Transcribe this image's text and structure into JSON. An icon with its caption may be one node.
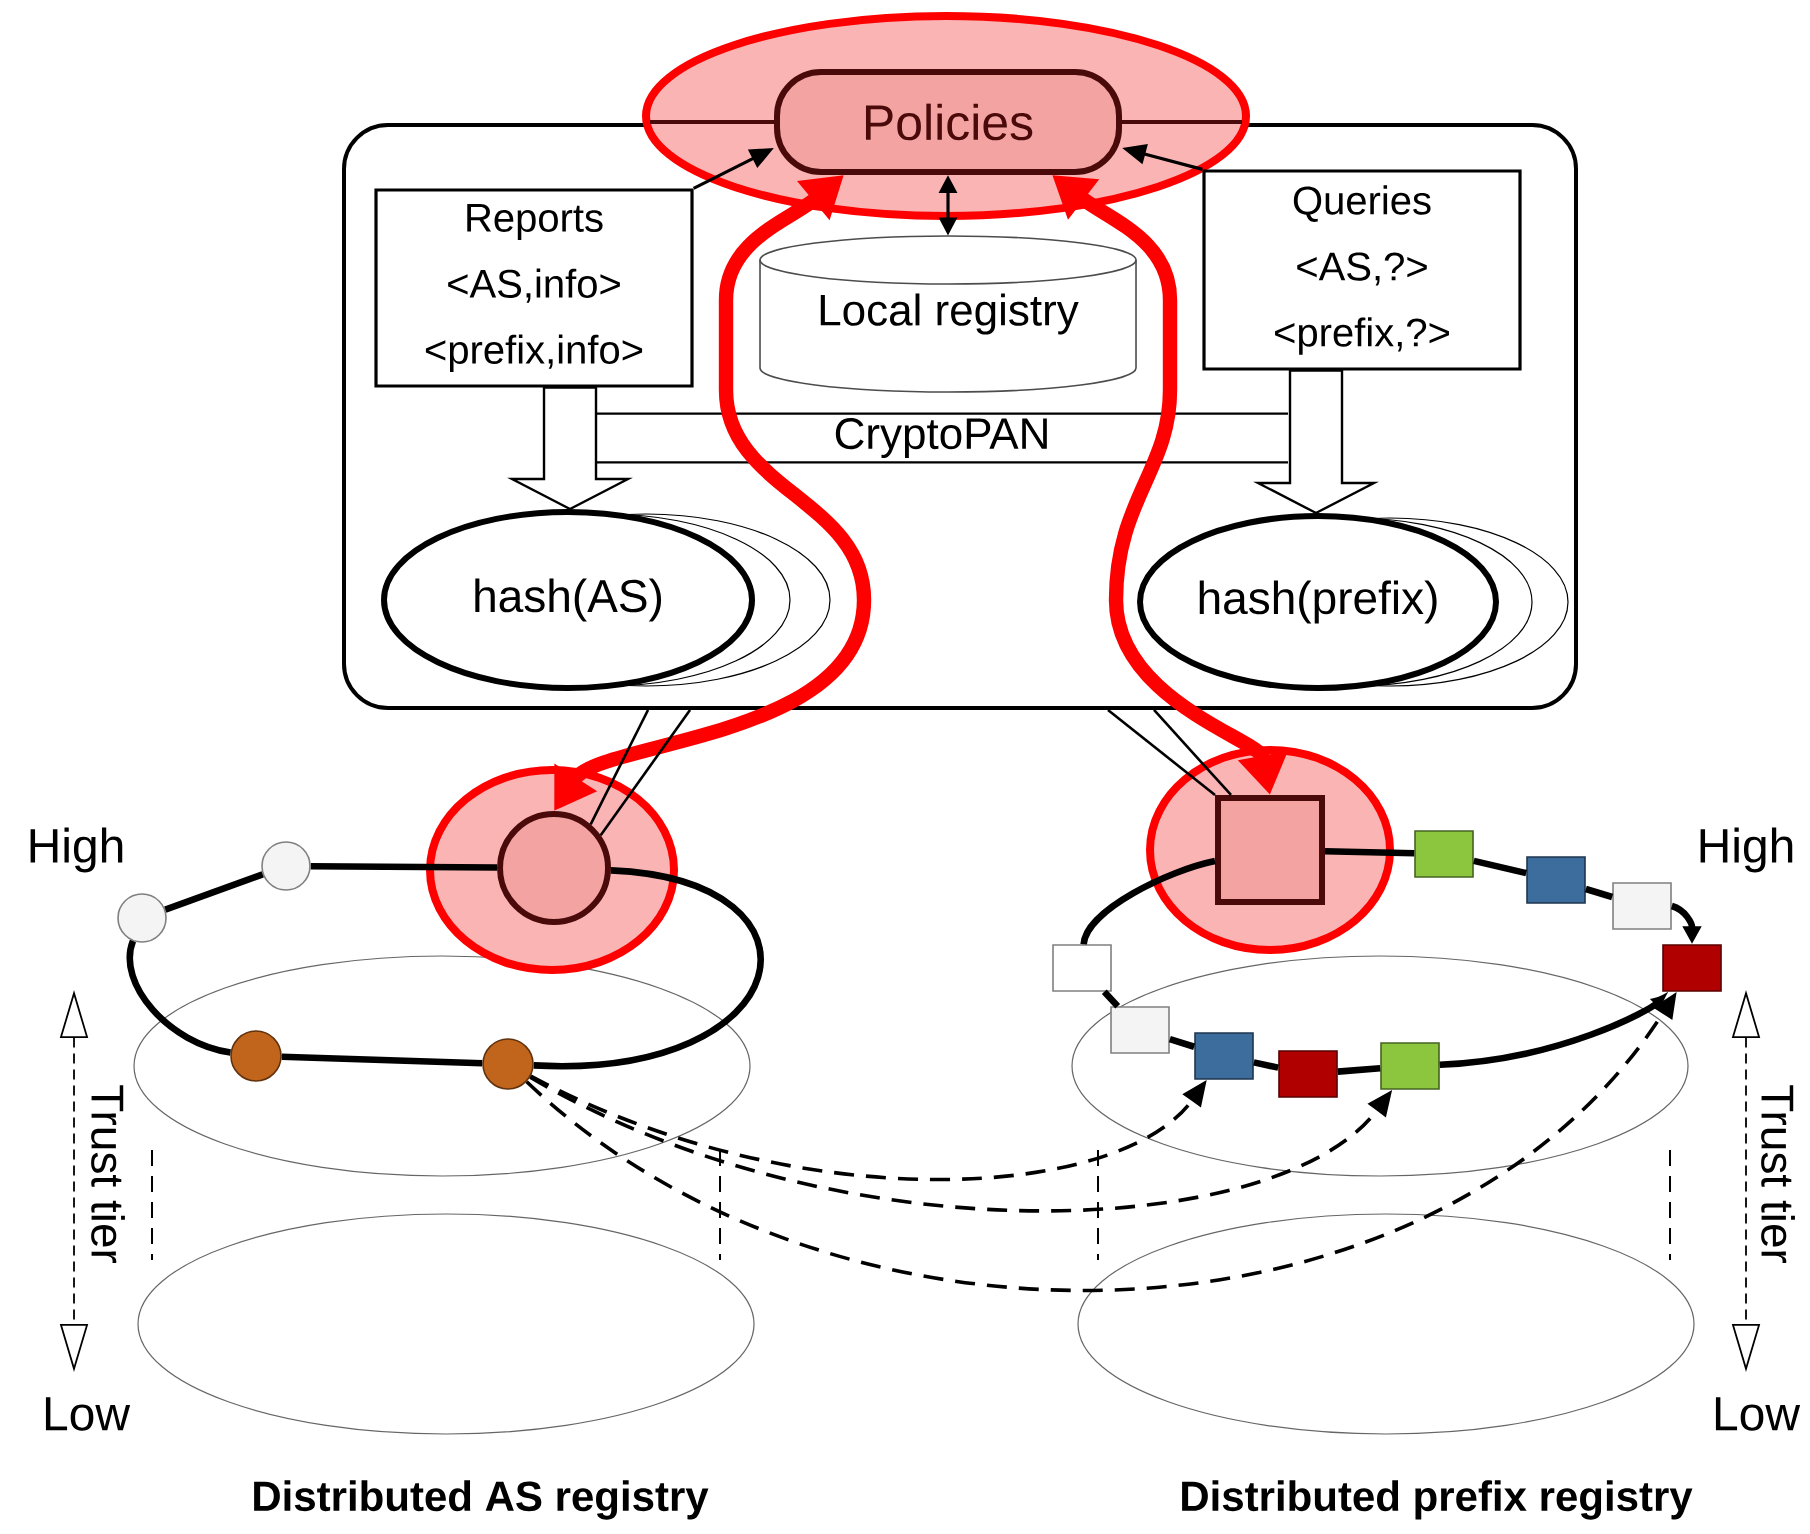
{
  "diagram": {
    "nodes": [
      {
        "text": [
          "Policies"
        ]
      },
      {
        "text": [],
        "shape": "box"
      },
      {
        "text": [
          "Reports",
          "<AS,info> <prefix,info>"
        ],
        "in": 1
      },
      {
        "text": [
          "Local registry"
        ],
        "in": 1
      },
      {
        "text": [
          "Queries",
          "<AS,?> <prefix,?>"
        ],
        "in": 1
      },
      {
        "text": [
          "CryptoPAN"
        ],
        "in": 1
      },
      {
        "text": [
          "hash(AS)"
        ],
        "in": 1
      },
      {
        "text": [
          "hash(prefix)"
        ],
        "in": 1
      },
      {
        "text": [],
        "shape": "circle"
      },
      {
        "text": [],
        "shape": "box"
      },
      {
        "text": [],
        "shape": "circle"
      },
      {
        "text": [],
        "shape": "circle"
      },
      {
        "text": [],
        "shape": "circle"
      },
      {
        "text": [],
        "shape": "circle"
      },
      {
        "text": [],
        "shape": "box"
      },
      {
        "text": [],
        "shape": "box"
      },
      {
        "text": [],
        "shape": "box"
      },
      {
        "text": [],
        "shape": "box"
      },
      {
        "text": [],
        "shape": "box"
      },
      {
        "text": [],
        "shape": "box"
      },
      {
        "text": [],
        "shape": "box"
      },
      {
        "text": [],
        "shape": "box"
      },
      {
        "text": [],
        "shape": "box"
      }
    ],
    "edges": [
      {
        "from": 8,
        "to": 0,
        "arrow": "both",
        "style": "thick",
        "color": "#ff0000"
      },
      {
        "from": 9,
        "to": 0,
        "arrow": "both",
        "style": "thick",
        "color": "#ff0000"
      },
      {
        "from": 2,
        "to": 0,
        "arrow": "to"
      },
      {
        "from": 3,
        "to": 0,
        "arrow": "both"
      },
      {
        "from": 4,
        "to": 0,
        "arrow": "to"
      },
      {
        "from": 2,
        "to": 6,
        "arrow": "to"
      },
      {
        "from": 4,
        "to": 7,
        "arrow": "to"
      },
      {
        "from": 1,
        "to": 8,
        "arrow": "none"
      },
      {
        "from": 1,
        "to": 8,
        "arrow": "none"
      },
      {
        "from": 1,
        "to": 9,
        "arrow": "none"
      },
      {
        "from": 1,
        "to": 9,
        "arrow": "none"
      },
      {
        "from": 10,
        "to": 11,
        "arrow": "none"
      },
      {
        "from": 11,
        "to": 8,
        "arrow": "none"
      },
      {
        "from": 8,
        "to": 13,
        "arrow": "none"
      },
      {
        "from": 13,
        "to": 12,
        "arrow": "none"
      },
      {
        "from": 12,
        "to": 10,
        "arrow": "none"
      },
      {
        "from": 14,
        "to": 9,
        "arrow": "none"
      },
      {
        "from": 9,
        "to": 19,
        "arrow": "none"
      },
      {
        "from": 19,
        "to": 20,
        "arrow": "none"
      },
      {
        "from": 20,
        "to": 21,
        "arrow": "none"
      },
      {
        "from": 21,
        "to": 22,
        "arrow": "to"
      },
      {
        "from": 14,
        "to": 15,
        "arrow": "none"
      },
      {
        "from": 15,
        "to": 16,
        "arrow": "none"
      },
      {
        "from": 16,
        "to": 17,
        "arrow": "none"
      },
      {
        "from": 17,
        "to": 18,
        "arrow": "none"
      },
      {
        "from": 18,
        "to": 22,
        "arrow": "to"
      },
      {
        "from": 13,
        "to": 16,
        "arrow": "to",
        "style": "dashed"
      },
      {
        "from": 13,
        "to": 18,
        "arrow": "to",
        "style": "dashed"
      },
      {
        "from": 13,
        "to": 22,
        "arrow": "to",
        "style": "dashed"
      }
    ],
    "labels": [
      "High",
      "High",
      "Trust tier",
      "Trust tier",
      "Low",
      "Low",
      "Distributed AS registry",
      "Distributed prefix registry"
    ]
  }
}
